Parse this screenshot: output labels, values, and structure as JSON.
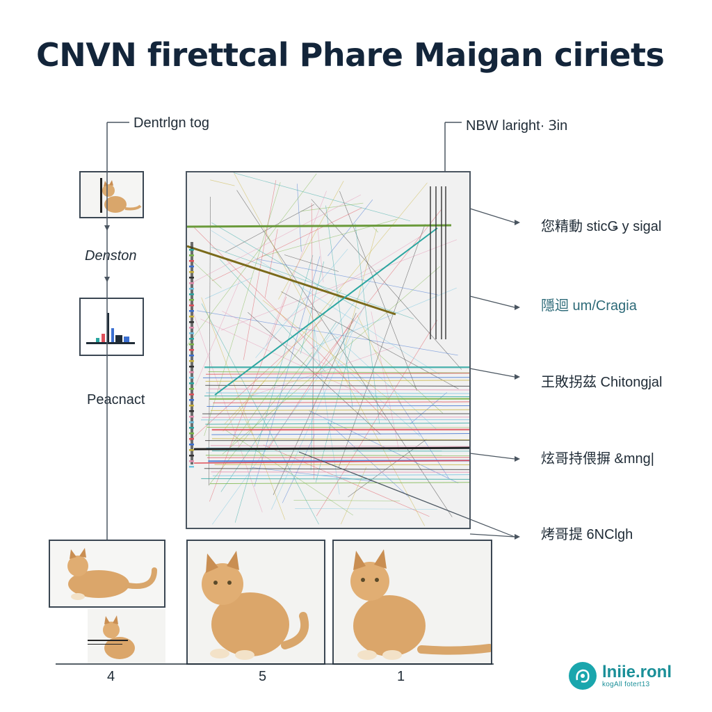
{
  "title": "CNVN firettcal Phare Maigan ciriets",
  "left_labels": {
    "top": "Dentrlgn tog",
    "middle": "Denston",
    "lower": "Peacnact"
  },
  "top_right_label": "NBW laright· Ɜin",
  "right_labels": [
    "您精動 sticǤ y sigal",
    "隱迴 um/Cragia",
    "王敗拐茲 Chitongjal",
    "炫哥持偎摒 &mng|",
    "烤哥提 6NClgh"
  ],
  "panel_numbers": [
    "4",
    "5",
    "1"
  ],
  "logo": {
    "name": "lniie.ronl",
    "sub": "kogAll fotert13",
    "icon": "brain-icon"
  },
  "colors": {
    "frame": "#3a4652",
    "accent": "#1aa6ad",
    "line_palette": [
      "#2aa6a0",
      "#7ab648",
      "#e0505a",
      "#3b6fd1",
      "#c9b23a",
      "#333333",
      "#e58fb0",
      "#6fc3e0"
    ]
  }
}
